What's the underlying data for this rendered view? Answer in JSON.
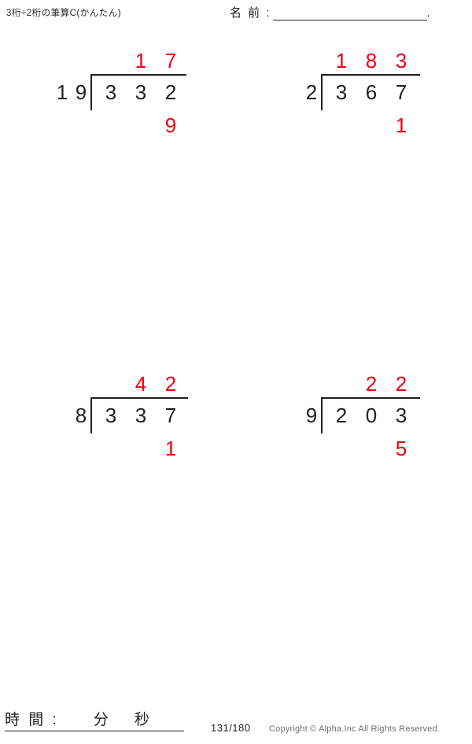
{
  "header": {
    "title": "3桁÷2桁の筆算C(かんたん)",
    "name_label": "名 前 :",
    "name_value": "",
    "name_trailing_dot": "."
  },
  "colors": {
    "answer_red": "#ee0011",
    "ink_black": "#231f20",
    "copyright_gray": "#6f6f6f"
  },
  "problems": [
    {
      "index": 1,
      "divisor": "19",
      "divisor_digits": [
        "1",
        "9"
      ],
      "dividend": "332",
      "dividend_digits": [
        "3",
        "3",
        "2"
      ],
      "quotient": "17",
      "quotient_cells": [
        "",
        "1",
        "7"
      ],
      "remainder": "9",
      "remainder_cells": [
        "",
        "",
        "9"
      ]
    },
    {
      "index": 2,
      "divisor": "2",
      "divisor_digits": [
        "2"
      ],
      "dividend": "367",
      "dividend_digits": [
        "3",
        "6",
        "7"
      ],
      "quotient": "183",
      "quotient_cells": [
        "1",
        "8",
        "3"
      ],
      "remainder": "1",
      "remainder_cells": [
        "",
        "",
        "1"
      ]
    },
    {
      "index": 3,
      "divisor": "8",
      "divisor_digits": [
        "8"
      ],
      "dividend": "337",
      "dividend_digits": [
        "3",
        "3",
        "7"
      ],
      "quotient": "42",
      "quotient_cells": [
        "",
        "4",
        "2"
      ],
      "remainder": "1",
      "remainder_cells": [
        "",
        "",
        "1"
      ]
    },
    {
      "index": 4,
      "divisor": "9",
      "divisor_digits": [
        "9"
      ],
      "dividend": "203",
      "dividend_digits": [
        "2",
        "0",
        "3"
      ],
      "quotient": "22",
      "quotient_cells": [
        "",
        "2",
        "2"
      ],
      "remainder": "5",
      "remainder_cells": [
        "",
        "",
        "5"
      ]
    }
  ],
  "footer": {
    "time_label": "時 間 :",
    "minutes_value": "",
    "minutes_unit": "分",
    "seconds_value": "",
    "seconds_unit": "秒",
    "page_number": "131/180",
    "copyright": "Copyright © Alpha.Inc All Rights Reserved."
  }
}
